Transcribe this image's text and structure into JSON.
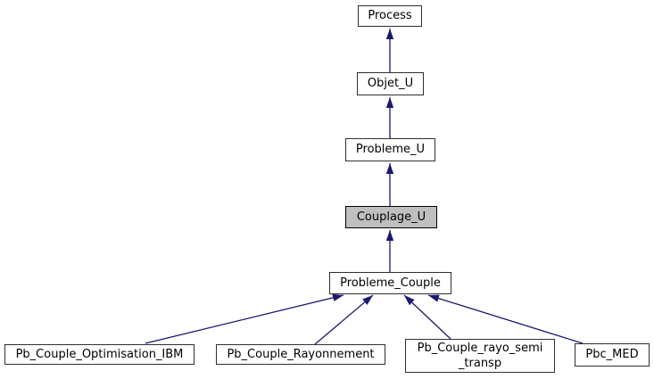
{
  "colors": {
    "arrow": "#191970",
    "node_border": "#2f2f2f",
    "node_fill": "#ffffff",
    "highlight_fill": "#bfbfbf",
    "highlight_border": "#000000",
    "text": "#000000",
    "background": "#ffffff"
  },
  "nodes": {
    "process": {
      "label": "Process",
      "highlighted": false
    },
    "objet_u": {
      "label": "Objet_U",
      "highlighted": false
    },
    "probleme_u": {
      "label": "Probleme_U",
      "highlighted": false
    },
    "couplage_u": {
      "label": "Couplage_U",
      "highlighted": true
    },
    "probleme_couple": {
      "label": "Probleme_Couple",
      "highlighted": false
    },
    "pb_couple_optimisation_ibm": {
      "label": "Pb_Couple_Optimisation_IBM",
      "highlighted": false
    },
    "pb_couple_rayonnement": {
      "label": "Pb_Couple_Rayonnement",
      "highlighted": false
    },
    "pb_couple_rayo_semi_transp": {
      "label_line1": "Pb_Couple_rayo_semi",
      "label_line2": "_transp",
      "highlighted": false
    },
    "pbc_med": {
      "label": "Pbc_MED",
      "highlighted": false
    }
  },
  "edges": [
    {
      "from": "Objet_U",
      "to": "Process",
      "type": "inheritance"
    },
    {
      "from": "Probleme_U",
      "to": "Objet_U",
      "type": "inheritance"
    },
    {
      "from": "Couplage_U",
      "to": "Probleme_U",
      "type": "inheritance"
    },
    {
      "from": "Probleme_Couple",
      "to": "Couplage_U",
      "type": "inheritance"
    },
    {
      "from": "Pb_Couple_Optimisation_IBM",
      "to": "Probleme_Couple",
      "type": "inheritance"
    },
    {
      "from": "Pb_Couple_Rayonnement",
      "to": "Probleme_Couple",
      "type": "inheritance"
    },
    {
      "from": "Pb_Couple_rayo_semi_transp",
      "to": "Probleme_Couple",
      "type": "inheritance"
    },
    {
      "from": "Pbc_MED",
      "to": "Probleme_Couple",
      "type": "inheritance"
    }
  ]
}
